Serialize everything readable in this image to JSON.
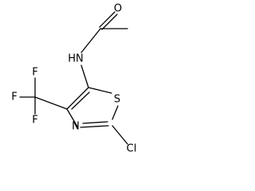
{
  "structure": {
    "atoms": {
      "oxygen": "O",
      "amide_nitrogen": "HN",
      "sulfur": "S",
      "ring_nitrogen": "N",
      "chlorine": "Cl",
      "fluorine_1": "F",
      "fluorine_2": "F",
      "fluorine_3": "F"
    }
  }
}
